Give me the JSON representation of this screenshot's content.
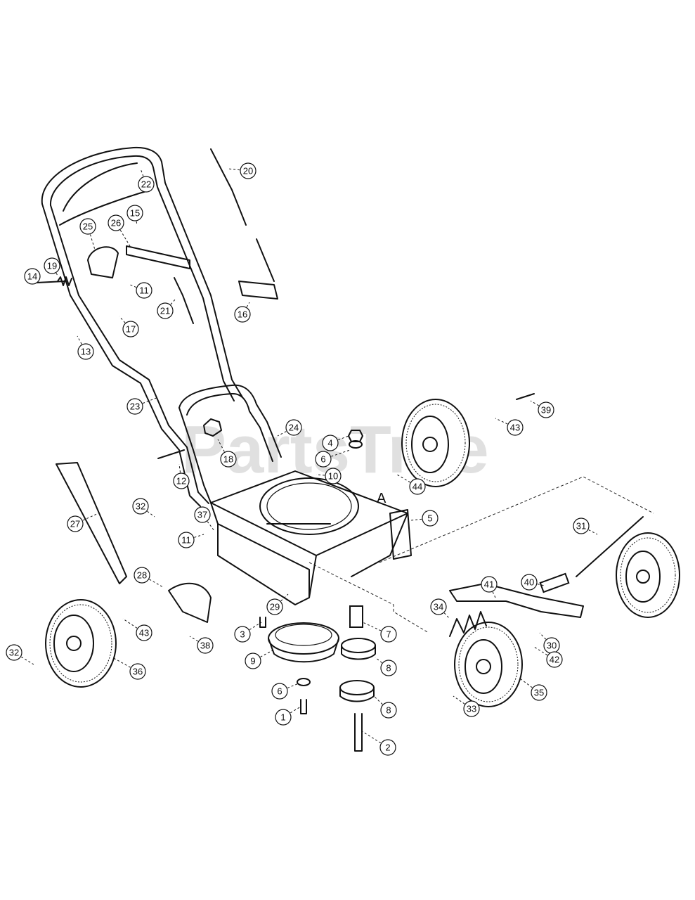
{
  "watermark": "PartsTree",
  "reference_letter": "A",
  "callouts": [
    {
      "id": "c1",
      "label": "1"
    },
    {
      "id": "c2",
      "label": "2"
    },
    {
      "id": "c3",
      "label": "3"
    },
    {
      "id": "c4",
      "label": "4"
    },
    {
      "id": "c5",
      "label": "5"
    },
    {
      "id": "c6a",
      "label": "6"
    },
    {
      "id": "c6b",
      "label": "6"
    },
    {
      "id": "c7",
      "label": "7"
    },
    {
      "id": "c8a",
      "label": "8"
    },
    {
      "id": "c8b",
      "label": "8"
    },
    {
      "id": "c9",
      "label": "9"
    },
    {
      "id": "c10",
      "label": "10"
    },
    {
      "id": "c11a",
      "label": "11"
    },
    {
      "id": "c11b",
      "label": "11"
    },
    {
      "id": "c12",
      "label": "12"
    },
    {
      "id": "c13",
      "label": "13"
    },
    {
      "id": "c14",
      "label": "14"
    },
    {
      "id": "c15",
      "label": "15"
    },
    {
      "id": "c16",
      "label": "16"
    },
    {
      "id": "c17",
      "label": "17"
    },
    {
      "id": "c18",
      "label": "18"
    },
    {
      "id": "c19",
      "label": "19"
    },
    {
      "id": "c20",
      "label": "20"
    },
    {
      "id": "c21",
      "label": "21"
    },
    {
      "id": "c22",
      "label": "22"
    },
    {
      "id": "c23",
      "label": "23"
    },
    {
      "id": "c24",
      "label": "24"
    },
    {
      "id": "c25",
      "label": "25"
    },
    {
      "id": "c26",
      "label": "26"
    },
    {
      "id": "c27",
      "label": "27"
    },
    {
      "id": "c28",
      "label": "28"
    },
    {
      "id": "c29",
      "label": "29"
    },
    {
      "id": "c30",
      "label": "30"
    },
    {
      "id": "c31",
      "label": "31"
    },
    {
      "id": "c32a",
      "label": "32"
    },
    {
      "id": "c32b",
      "label": "32"
    },
    {
      "id": "c33",
      "label": "33"
    },
    {
      "id": "c34",
      "label": "34"
    },
    {
      "id": "c35",
      "label": "35"
    },
    {
      "id": "c36",
      "label": "36"
    },
    {
      "id": "c37",
      "label": "37"
    },
    {
      "id": "c38",
      "label": "38"
    },
    {
      "id": "c39",
      "label": "39"
    },
    {
      "id": "c40",
      "label": "40"
    },
    {
      "id": "c41",
      "label": "41"
    },
    {
      "id": "c42",
      "label": "42"
    },
    {
      "id": "c43a",
      "label": "43"
    },
    {
      "id": "c43b",
      "label": "43"
    },
    {
      "id": "c44",
      "label": "44"
    }
  ]
}
